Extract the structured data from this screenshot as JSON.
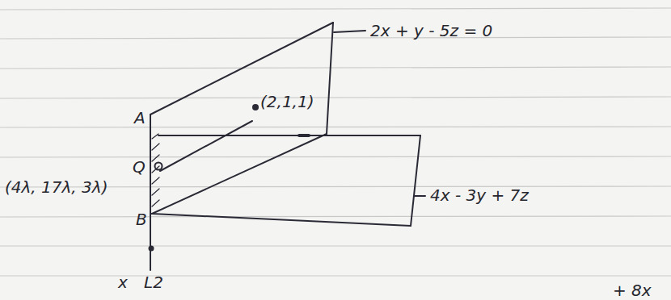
{
  "diagram": {
    "labels": [
      "2x + y - 5z = 0",
      "(2,1,1)",
      "A",
      "Q",
      "(4λ, 17λ, 3λ)",
      "B",
      "4x - 3y + 7z",
      "x",
      "L2",
      "+ 8x"
    ]
  }
}
